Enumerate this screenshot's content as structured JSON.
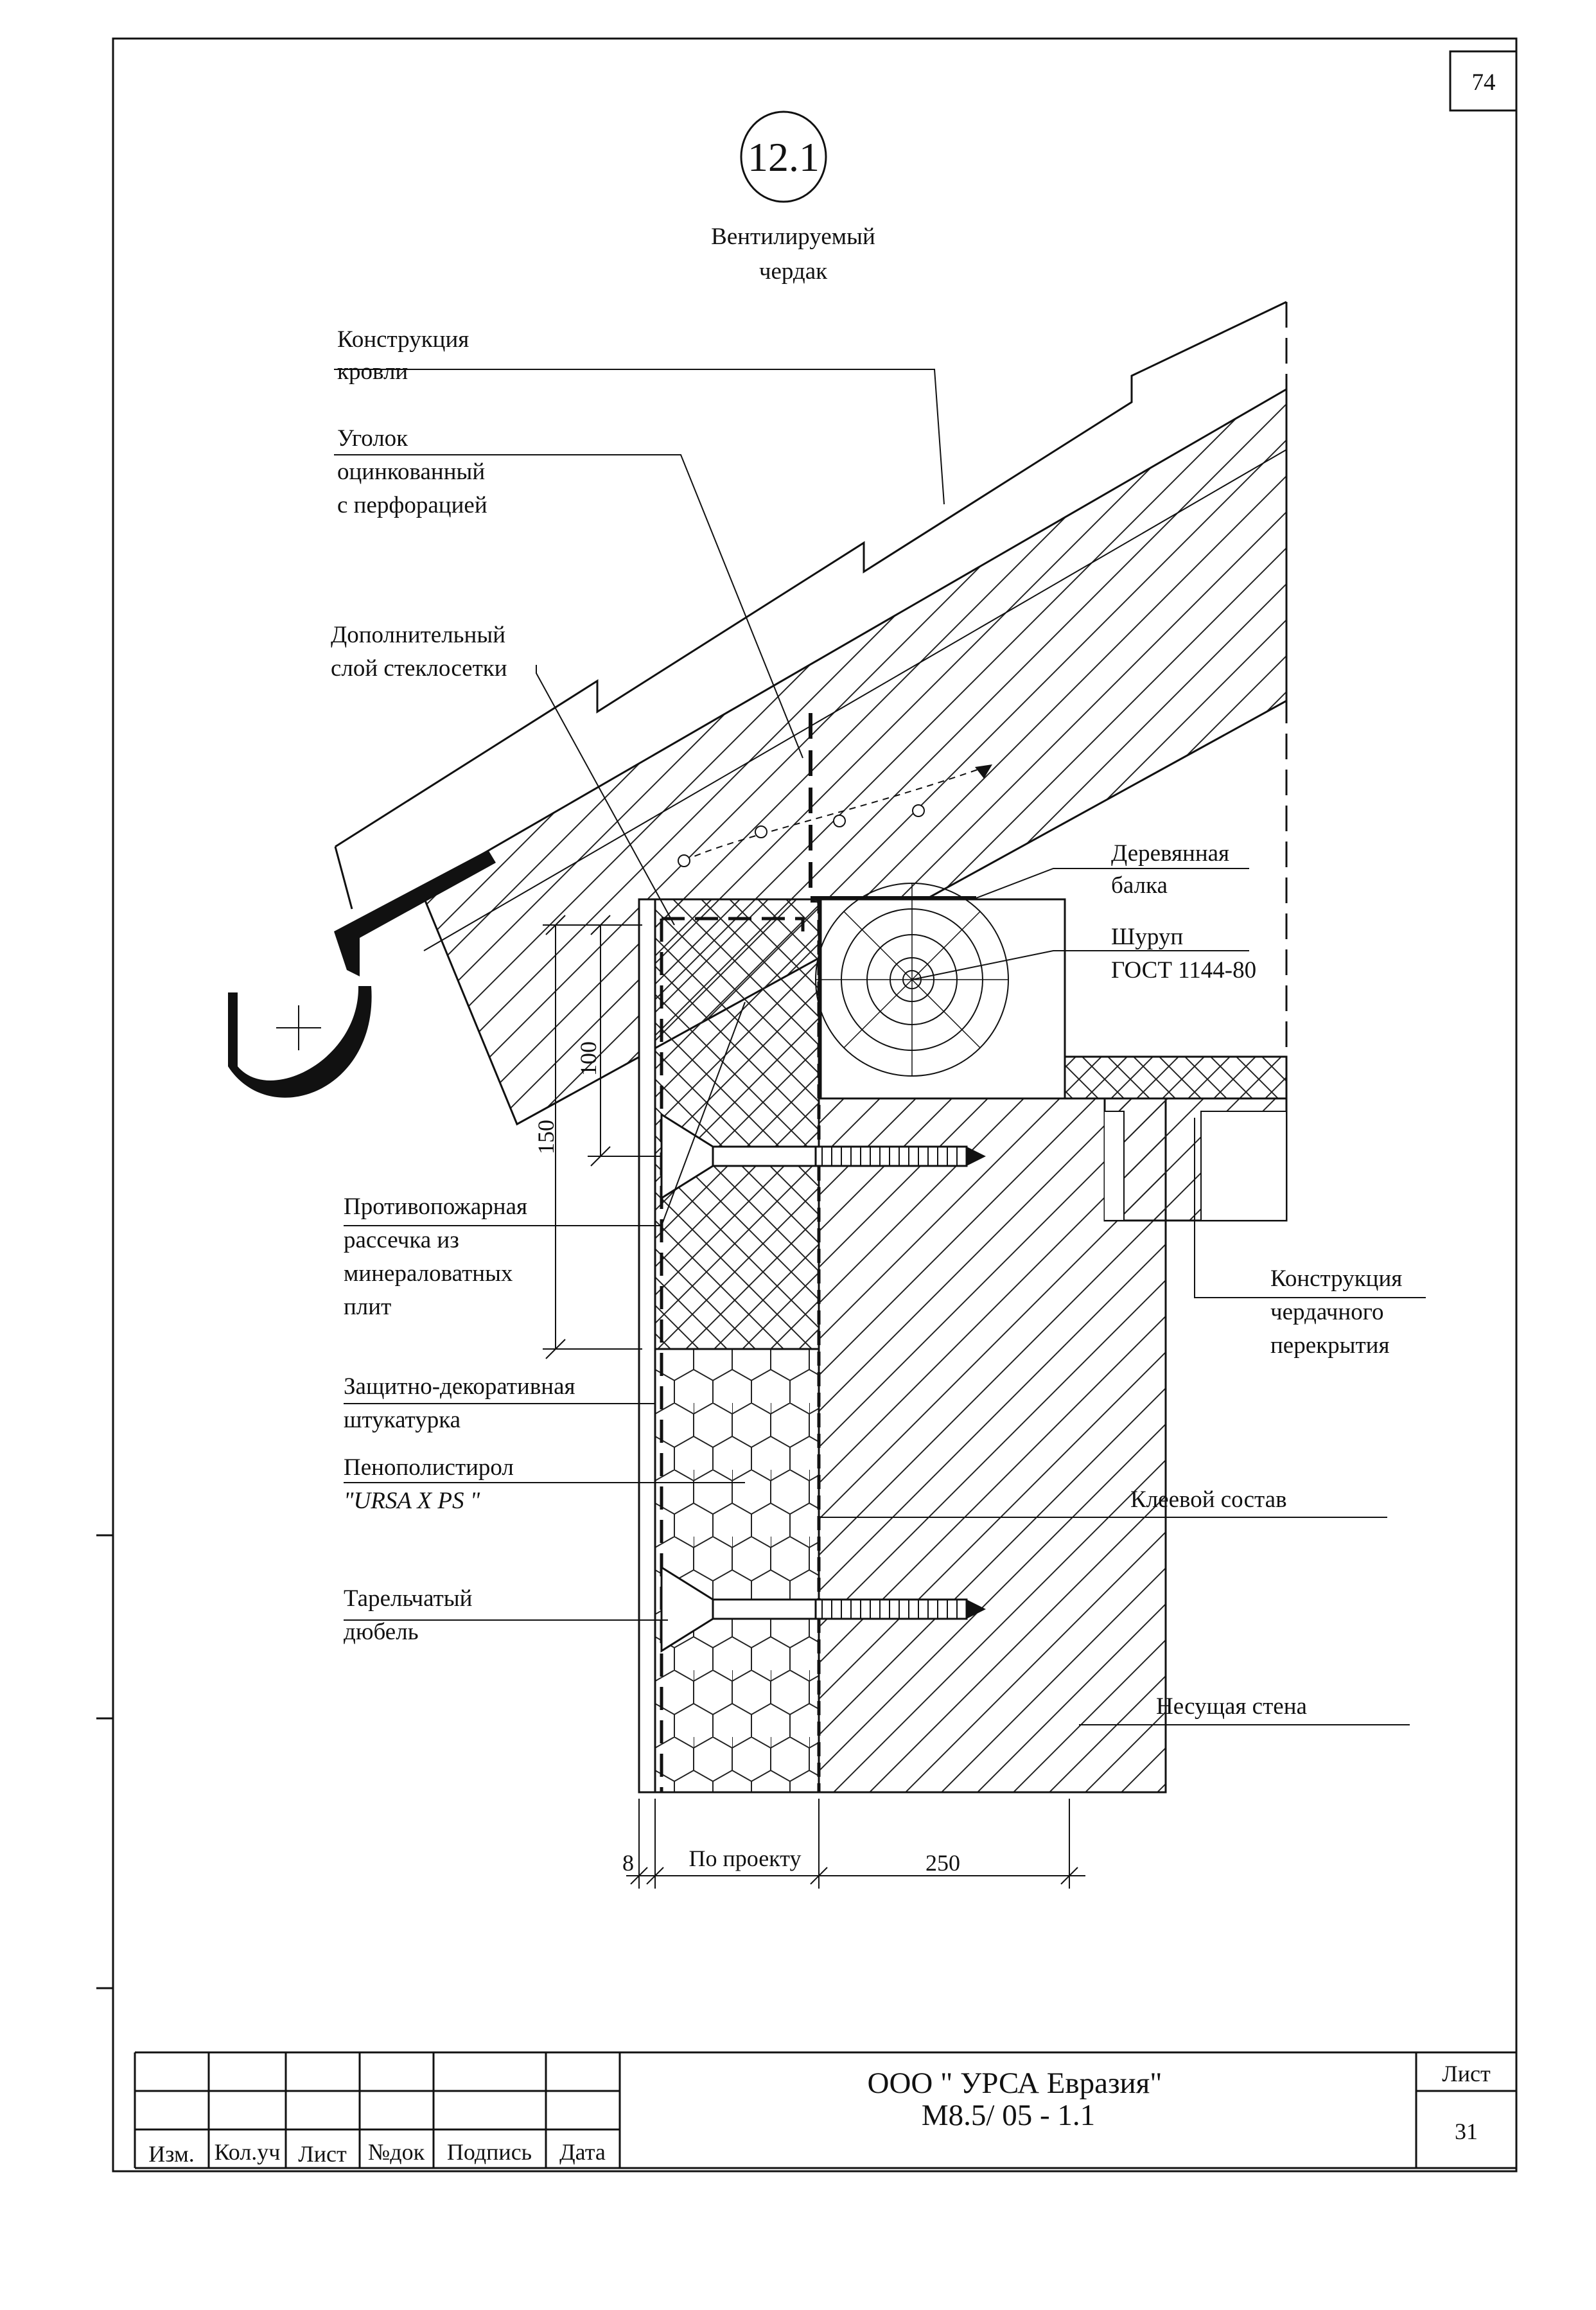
{
  "sheet": {
    "page_corner_number": "74",
    "detail_number": "12.1",
    "zone_title_line1": "Вентилируемый",
    "zone_title_line2": "чердак"
  },
  "callouts": {
    "roof": [
      "Конструкция",
      "кровли"
    ],
    "angle": [
      "Уголок",
      "оцинкованный",
      "с перфорацией"
    ],
    "mesh": [
      "Дополнительный",
      "слой  стеклосетки"
    ],
    "beam": [
      "Деревянная",
      "балка"
    ],
    "screw": [
      "Шуруп",
      "ГОСТ 1144-80"
    ],
    "firebreak": [
      "Противопожарная",
      "рассечка из",
      "минераловатных",
      "плит"
    ],
    "ceiling": [
      "Конструкция",
      "чердачного",
      "перекрытия"
    ],
    "plaster": [
      "Защитно-декоративная",
      "штукатурка"
    ],
    "xps_line1": "Пенополистирол",
    "xps_line2": "\"URSA X PS \"",
    "adhesive": "Клеевой состав",
    "dowel": [
      "Тарельчатый",
      "дюбель"
    ],
    "wall": "Несущая стена"
  },
  "dimensions": {
    "d100": "100",
    "d150": "150",
    "d8": "8",
    "design": "По проекту",
    "d250": "250"
  },
  "title_block": {
    "headers": [
      "Изм.",
      "Кол.уч",
      "Лист",
      "№док",
      "Подпись",
      "Дата"
    ],
    "org": "ООО \" УРСА Евразия\"",
    "code": "М8.5/ 05 - 1.1",
    "sheet_label": "Лист",
    "sheet_number": "31"
  }
}
